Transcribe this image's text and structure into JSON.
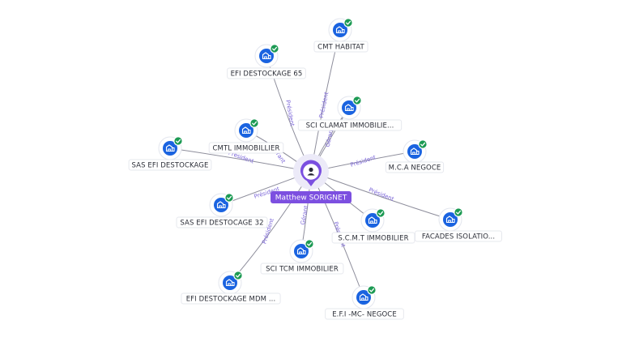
{
  "center": {
    "name": "Matthew SORIGNET",
    "icon": "person-icon",
    "color": "#7c4fe0"
  },
  "companies": [
    {
      "id": "cmt-habitat",
      "name": "CMT HABITAT",
      "role": ""
    },
    {
      "id": "efi-destockage-65",
      "name": "EFI DESTOCKAGE 65",
      "role": "Président"
    },
    {
      "id": "sci-clamat",
      "name": "SCI CLAMAT IMMOBILIE...",
      "role": "Président"
    },
    {
      "id": "cmtl-immobillier",
      "name": "CMTL IMMOBILLIER",
      "role": "Gérant"
    },
    {
      "id": "sas-efi-destockage",
      "name": "SAS EFI DESTOCKAGE",
      "role": "Président"
    },
    {
      "id": "mca-negoce",
      "name": "M.C.A NEGOCE",
      "role": "Président"
    },
    {
      "id": "sas-efi-destocage-32",
      "name": "SAS EFI DESTOCAGE 32",
      "role": "Président"
    },
    {
      "id": "facades-isolation",
      "name": "FACADES ISOLATIO...",
      "role": "Président"
    },
    {
      "id": "scmt-immobilier",
      "name": "S.C.M.T IMMOBILIER",
      "role": ""
    },
    {
      "id": "sci-tcm",
      "name": "SCI TCM IMMOBILIER",
      "role": "Gérant"
    },
    {
      "id": "efi-destockage-mdm",
      "name": "EFI DESTOCKAGE MDM ...",
      "role": "Président"
    },
    {
      "id": "efi-mc-negoce",
      "name": "E.F.I -MC- NEGOCE",
      "role": "Président"
    },
    {
      "id": "sci-clamat-2",
      "name": "",
      "role": "Gérant"
    }
  ],
  "colors": {
    "company_node": "#1a63e0",
    "verified_badge": "#1c9a53",
    "edge": "#8e8e9c",
    "edge_label": "#7a64d8"
  }
}
